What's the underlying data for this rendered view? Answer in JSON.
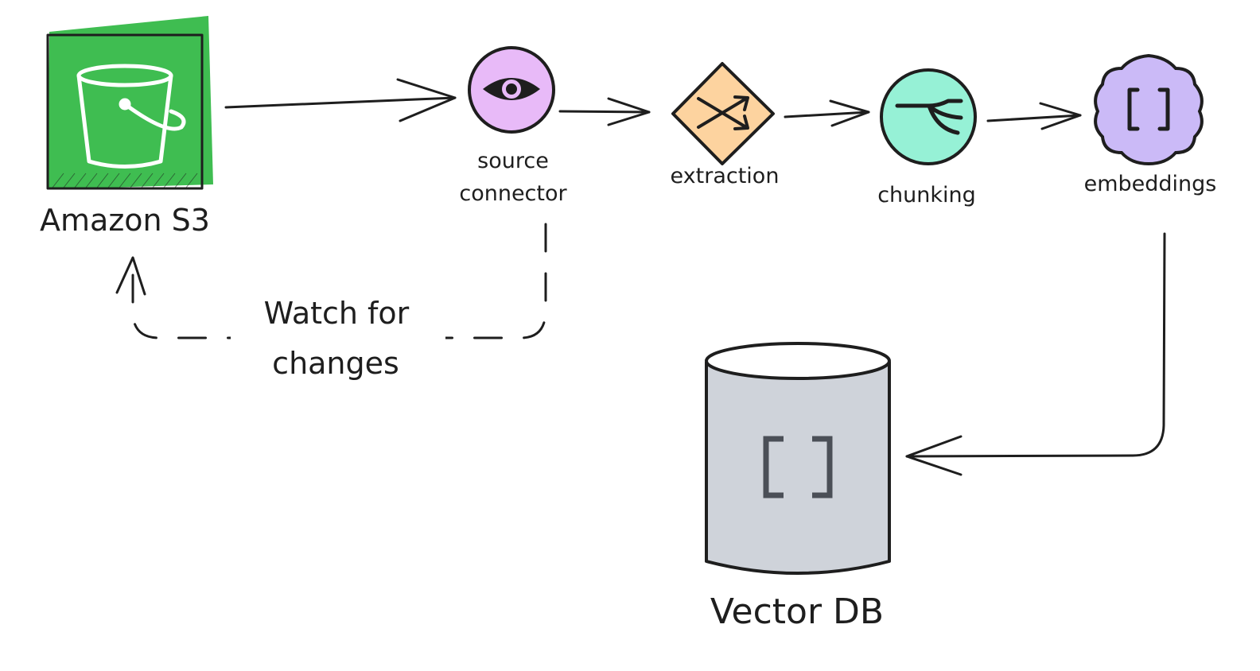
{
  "nodes": {
    "s3": {
      "label": "Amazon S3",
      "icon": "s3-bucket-icon",
      "color": "#3fbd51"
    },
    "source_connector": {
      "label_line1": "source",
      "label_line2": "connector",
      "icon": "eye-icon",
      "color": "#e8baf8"
    },
    "extraction": {
      "label": "extraction",
      "icon": "shuffle-icon",
      "color": "#fdd39f"
    },
    "chunking": {
      "label": "chunking",
      "icon": "chunk-split-icon",
      "color": "#96f1d6"
    },
    "embeddings": {
      "label": "embeddings",
      "icon": "brackets-icon",
      "color": "#cbbaf7"
    },
    "vector_db": {
      "label": "Vector DB",
      "icon": "brackets-icon",
      "color": "#cfd3da"
    }
  },
  "watch_loop": {
    "label_line1": "Watch for",
    "label_line2": "changes"
  }
}
